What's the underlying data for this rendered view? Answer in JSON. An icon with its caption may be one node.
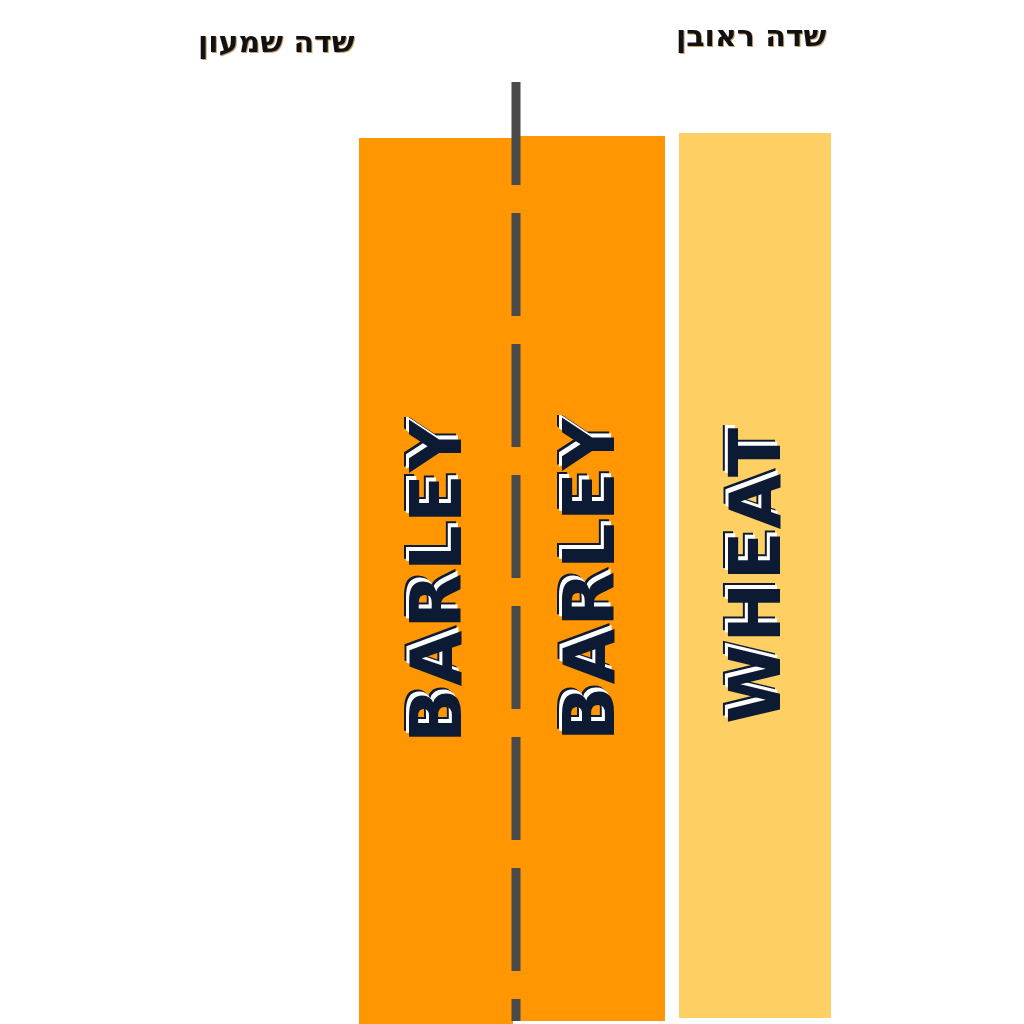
{
  "diagram": {
    "nodes": [
      {
        "text": [
          "BARLEY"
        ]
      },
      {
        "text": [
          "BARLEY"
        ]
      },
      {
        "text": [
          "WHEAT"
        ]
      }
    ],
    "labels": [
      "שדה שמעון",
      "שדה ראובן"
    ]
  }
}
